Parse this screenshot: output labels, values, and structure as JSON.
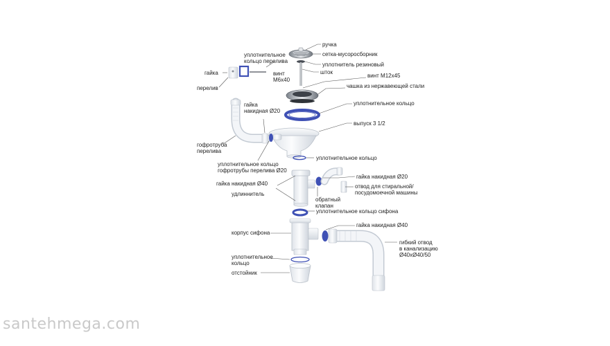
{
  "labels": {
    "handle": "ручка",
    "strainer": "сетка-мусоросборник",
    "rubber_seal": "уплотнитель резиновый",
    "rod": "шток",
    "overflow_ring_1": "уплотнительное",
    "overflow_ring_2": "кольцо перелива",
    "nut_overflow": "гайка",
    "screw_m6_1": "винт",
    "screw_m6_2": "М6х40",
    "overflow": "перелив",
    "screw_m12": "винт М12х45",
    "steel_cup": "чашка из нержавеющей стали",
    "nut20_top_1": "гайка",
    "nut20_top_2": "накидная Ø20",
    "seal_ring": "уплотнительное кольцо",
    "outlet": "выпуск 3 1/2",
    "corr_pipe_1": "гофротруба",
    "corr_pipe_2": "перелива",
    "corr_ring_1": "уплотнительное кольцо",
    "corr_ring_2": "гофротрубы перелива Ø20",
    "seal_ring_2": "уплотнительное кольцо",
    "nut20_right": "гайка накидная Ø20",
    "machine_branch_1": "отвод для стиральной/",
    "machine_branch_2": "посудомоечной машины",
    "nut40_left": "гайка накидная Ø40",
    "extender": "удлиннитель",
    "check_valve_1": "обратный",
    "check_valve_2": "клапан",
    "siphon_ring": "уплотнительное кольцо сифона",
    "nut40_right": "гайка накидная Ø40",
    "siphon_body": "корпус сифона",
    "flex_1": "гибкий отвод",
    "flex_2": "в канализацию",
    "flex_3": "Ø40хØ40/50",
    "bottom_ring_1": "уплотнительное",
    "bottom_ring_2": "кольцо",
    "settler": "отстойник"
  },
  "watermark": "santehmega.com",
  "colors": {
    "plastic": "#f2f4f7",
    "plastic_edge": "#c3cad3",
    "seal_blue": "#3f51b5",
    "steel": "#9ea3aa",
    "line": "#555555"
  }
}
